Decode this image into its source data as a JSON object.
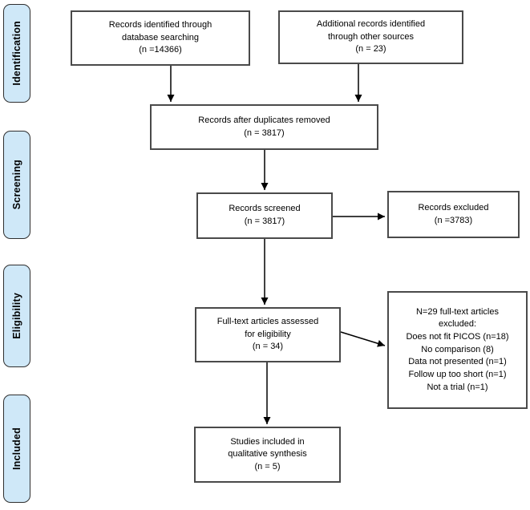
{
  "stages": [
    {
      "label": "Identification"
    },
    {
      "label": "Screening"
    },
    {
      "label": "Eligibility"
    },
    {
      "label": "Included"
    }
  ],
  "boxes": {
    "identified": "Records identified through\ndatabase searching\n(n =14366)",
    "additional": "Additional records identified\nthrough other sources\n(n = 23)",
    "after_duplicates": "Records after duplicates removed\n(n = 3817)",
    "screened": "Records screened\n(n = 3817)",
    "excluded": "Records excluded\n(n =3783)",
    "fulltext": "Full-text articles assessed\nfor eligibility\n(n = 34)",
    "fulltext_excluded": "N=29 full-text articles\nexcluded:\nDoes not fit PICOS (n=18)\nNo comparison (8)\nData not presented (n=1)\nFollow up too short (n=1)\nNot a trial (n=1)",
    "included_qualitative": "Studies included in\nqualitative synthesis\n(n = 5)"
  },
  "colors": {
    "stage_fill": "#cfe8f8",
    "box_border": "#4a4a4a",
    "arrow": "#000000"
  }
}
